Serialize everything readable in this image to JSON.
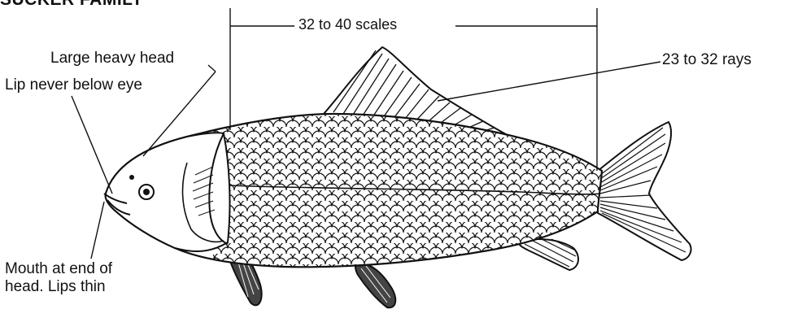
{
  "diagram": {
    "title": "SUCKER FAMILY",
    "labels": {
      "large_heavy_head": "Large heavy head",
      "lip_never_below_eye": "Lip never below eye",
      "mouth_line1": "Mouth at end of",
      "mouth_line2": "head. Lips thin",
      "scales": "32 to 40 scales",
      "rays": "23 to 32 rays"
    }
  },
  "style": {
    "ink_color": "#111111",
    "background": "#ffffff"
  }
}
